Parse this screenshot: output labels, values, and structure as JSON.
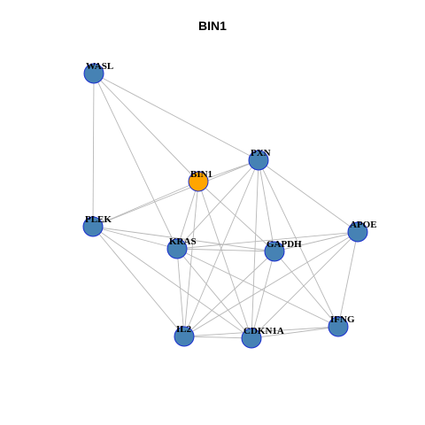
{
  "title": "BIN1",
  "colors": {
    "node_default": "#4682b4",
    "node_focus": "#ffa500",
    "node_border": "#1c2fd0",
    "edge": "#b8b8b8"
  },
  "nodes": [
    {
      "id": "WASL",
      "label": "WASL",
      "focus": false
    },
    {
      "id": "PXN",
      "label": "PXN",
      "focus": false
    },
    {
      "id": "BIN1",
      "label": "BIN1",
      "focus": true
    },
    {
      "id": "PLEK",
      "label": "PLEK",
      "focus": false
    },
    {
      "id": "APOE",
      "label": "APOE",
      "focus": false
    },
    {
      "id": "KRAS",
      "label": "KRAS",
      "focus": false
    },
    {
      "id": "GAPDH",
      "label": "GAPDH",
      "focus": false
    },
    {
      "id": "IFNG",
      "label": "IFNG",
      "focus": false
    },
    {
      "id": "IL2",
      "label": "IL2",
      "focus": false
    },
    {
      "id": "CDKN1A",
      "label": "CDKN1A",
      "focus": false
    }
  ],
  "edges": [
    [
      "WASL",
      "PXN"
    ],
    [
      "WASL",
      "BIN1"
    ],
    [
      "WASL",
      "PLEK"
    ],
    [
      "WASL",
      "KRAS"
    ],
    [
      "PXN",
      "BIN1"
    ],
    [
      "PXN",
      "PLEK"
    ],
    [
      "PXN",
      "APOE"
    ],
    [
      "PXN",
      "KRAS"
    ],
    [
      "PXN",
      "GAPDH"
    ],
    [
      "PXN",
      "IFNG"
    ],
    [
      "PXN",
      "IL2"
    ],
    [
      "PXN",
      "CDKN1A"
    ],
    [
      "BIN1",
      "PLEK"
    ],
    [
      "BIN1",
      "KRAS"
    ],
    [
      "BIN1",
      "GAPDH"
    ],
    [
      "BIN1",
      "IL2"
    ],
    [
      "BIN1",
      "CDKN1A"
    ],
    [
      "PLEK",
      "KRAS"
    ],
    [
      "PLEK",
      "GAPDH"
    ],
    [
      "PLEK",
      "IL2"
    ],
    [
      "PLEK",
      "CDKN1A"
    ],
    [
      "APOE",
      "KRAS"
    ],
    [
      "APOE",
      "GAPDH"
    ],
    [
      "APOE",
      "IFNG"
    ],
    [
      "APOE",
      "IL2"
    ],
    [
      "APOE",
      "CDKN1A"
    ],
    [
      "KRAS",
      "GAPDH"
    ],
    [
      "KRAS",
      "IL2"
    ],
    [
      "KRAS",
      "CDKN1A"
    ],
    [
      "KRAS",
      "IFNG"
    ],
    [
      "GAPDH",
      "IL2"
    ],
    [
      "GAPDH",
      "CDKN1A"
    ],
    [
      "GAPDH",
      "IFNG"
    ],
    [
      "IFNG",
      "IL2"
    ],
    [
      "IFNG",
      "CDKN1A"
    ],
    [
      "IL2",
      "CDKN1A"
    ]
  ]
}
